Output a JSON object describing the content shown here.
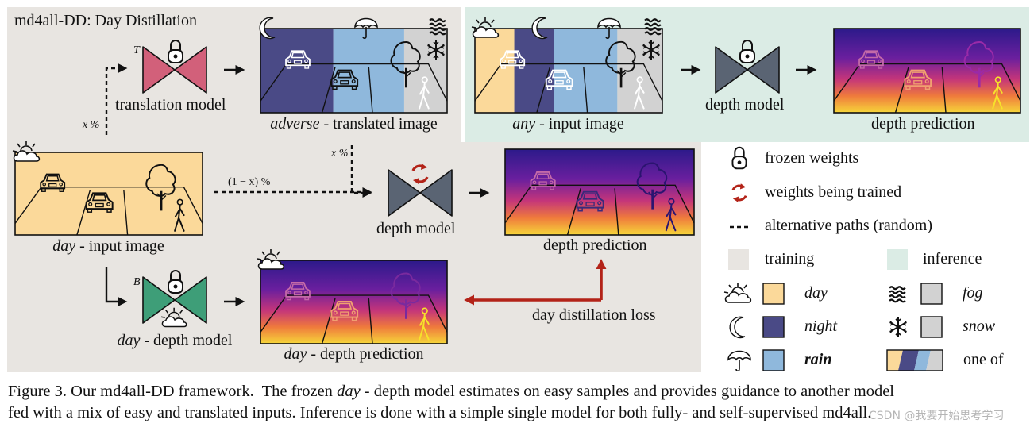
{
  "title": "md4all-DD: Day Distillation",
  "teacher_branch": {
    "letter": "T",
    "model_label": "translation model",
    "path_fraction": "x %",
    "image_label": {
      "em": "adverse",
      "rest": " - translated image"
    }
  },
  "input": {
    "label": {
      "em": "day",
      "rest": " - input image"
    }
  },
  "student_branch": {
    "mix_fraction_teacher": "x %",
    "mix_fraction_direct": "(1 − x) %",
    "model_label": "depth model",
    "prediction_label": "depth prediction"
  },
  "baseline_branch": {
    "letter": "B",
    "model_label": {
      "em": "day",
      "rest": " - depth model"
    },
    "prediction_label": {
      "em": "day",
      "rest": " - depth prediction"
    },
    "loss_label": "day distillation loss"
  },
  "inference": {
    "input_label": {
      "em": "any",
      "rest": " - input image"
    },
    "model_label": "depth model",
    "prediction_label": "depth prediction"
  },
  "legend": {
    "frozen": "frozen weights",
    "trained": "weights being trained",
    "alt_paths": "alternative paths (random)",
    "training": "training",
    "inference": "inference",
    "day": "day",
    "night": "night",
    "rain": "rain",
    "fog": "fog",
    "snow": "snow",
    "one_of": "one of"
  },
  "colors": {
    "training_bg": "#e8e5e1",
    "inference_bg": "#dbece5",
    "day": "#fbd99a",
    "night": "#4a4a86",
    "rain": "#8fb8dc",
    "fog": "#d2d2d2",
    "snow": "#d2d2d2",
    "translation_model": "#d2607a",
    "depth_model": "#5a6473",
    "day_model": "#3e9e78",
    "loss_arrow": "#b32318"
  },
  "caption": {
    "line1_pre": "Figure 3. Our md4all-DD framework.  The frozen ",
    "line1_em": "day",
    "line1_post": " - depth model estimates on easy samples and provides guidance to another model",
    "line2": "fed with a mix of easy and translated inputs. Inference is done with a simple single model for both fully- and self-supervised md4all."
  },
  "watermark": "CSDN @我要开始思考学习"
}
